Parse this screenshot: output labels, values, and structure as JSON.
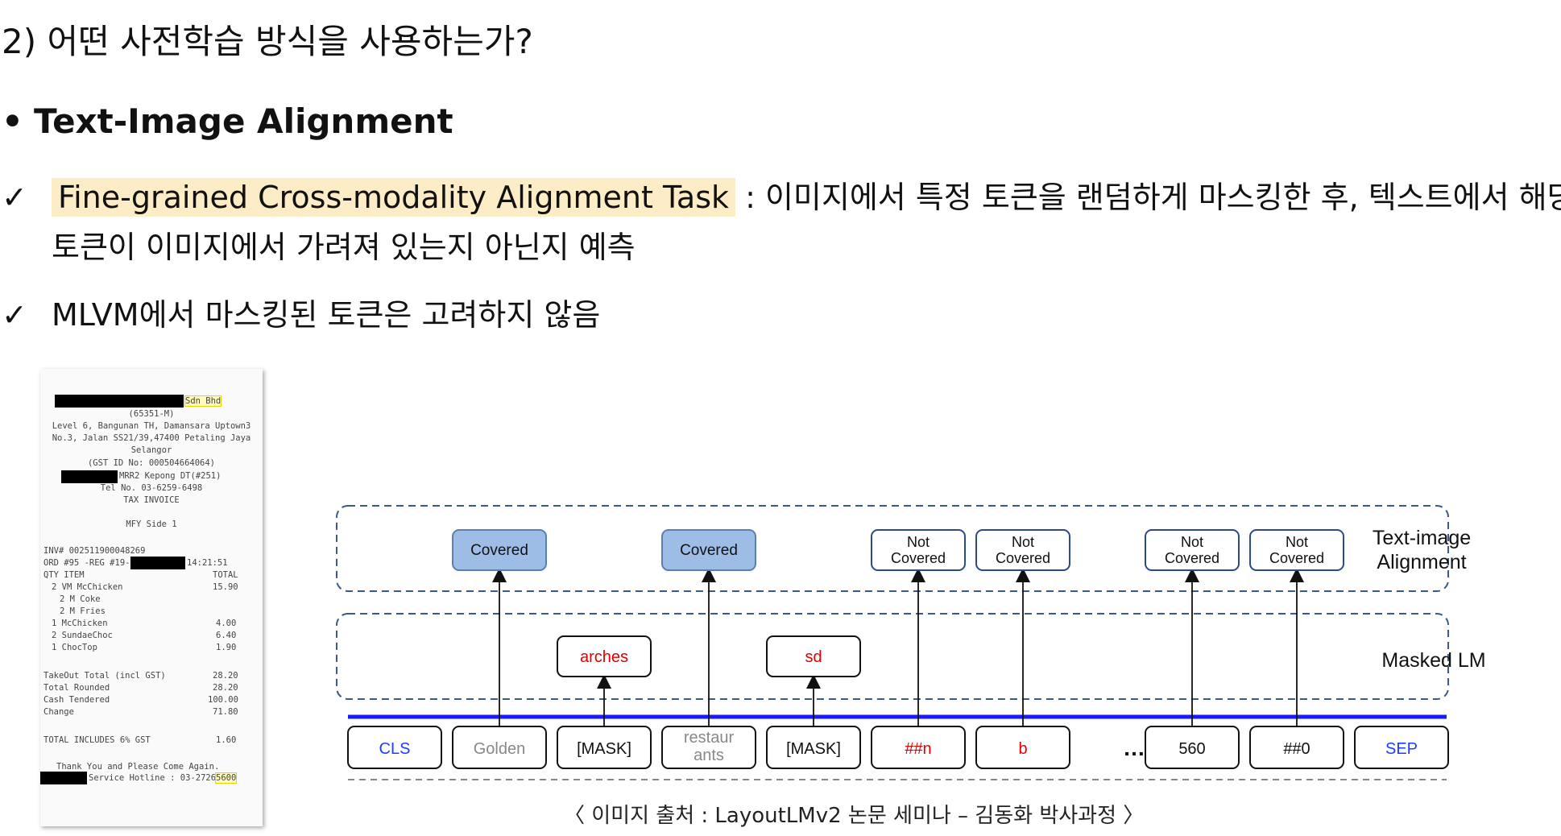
{
  "heading": "2) 어떤 사전학습 방식을 사용하는가?",
  "bullet": {
    "marker": "•",
    "text": "Text-Image Alignment"
  },
  "check1": {
    "mark": "✓",
    "highlight": "Fine-grained Cross-modality Alignment Task",
    "text": " : 이미지에서 특정 토큰을 랜덤하게 마스킹한 후, 텍스트에서 해당",
    "continuation": "토큰이 이미지에서 가려져 있는지 아닌지 예측"
  },
  "check2": {
    "mark": "✓",
    "text": "MLVM에서 마스킹된 토큰은 고려하지 않음"
  },
  "receipt": {
    "lines": [
      {
        "text": "Sdn Bhd",
        "x": 0,
        "y": 0
      },
      {
        "text": "(65351-M)"
      },
      {
        "text": "Level 6, Bangunan TH, Damansara Uptown3"
      },
      {
        "text": "No.3, Jalan SS21/39,47400 Petaling Jaya"
      },
      {
        "text": "Selangor"
      },
      {
        "text": "(GST ID No: 000504664064)"
      },
      {
        "text": "MRR2 Kepong DT(#251)"
      },
      {
        "text": "Tel No.  03-6259-6498"
      },
      {
        "text": "TAX INVOICE"
      },
      {
        "text": "MFY Side 1"
      },
      {
        "text": "INV# 002511900048269"
      },
      {
        "text": "ORD #95 -REG #19-"
      },
      {
        "text": "14:21:51"
      },
      {
        "text": "QTY ITEM"
      },
      {
        "text": "TOTAL"
      },
      {
        "text": "2 VM McChicken"
      },
      {
        "text": "15.90"
      },
      {
        "text": "2 M Coke"
      },
      {
        "text": "2 M Fries"
      },
      {
        "text": "1 McChicken"
      },
      {
        "text": "4.00"
      },
      {
        "text": "2 SundaeChoc"
      },
      {
        "text": "6.40"
      },
      {
        "text": "1 ChocTop"
      },
      {
        "text": "1.90"
      },
      {
        "text": "TakeOut Total (incl GST)"
      },
      {
        "text": "28.20"
      },
      {
        "text": "Total Rounded"
      },
      {
        "text": "28.20"
      },
      {
        "text": "Cash Tendered"
      },
      {
        "text": "100.00"
      },
      {
        "text": "Change"
      },
      {
        "text": "71.80"
      },
      {
        "text": "TOTAL INCLUDES 6% GST"
      },
      {
        "text": "1.60"
      },
      {
        "text": "Thank You and Please Come Again."
      },
      {
        "text": "Service Hotline : 03-2726-"
      },
      {
        "text": "5600"
      }
    ]
  },
  "diagram": {
    "top_layer_label": "Text-image Alignment",
    "mid_layer_label": "Masked LM",
    "top_boxes": [
      {
        "label": "Covered",
        "filled": true
      },
      {
        "label": "Covered",
        "filled": true
      },
      {
        "label": "Not Covered",
        "filled": false
      },
      {
        "label": "Not Covered",
        "filled": false
      },
      {
        "label": "Not Covered",
        "filled": false
      },
      {
        "label": "Not Covered",
        "filled": false
      }
    ],
    "mid_boxes": [
      {
        "label": "arches"
      },
      {
        "label": "sd"
      }
    ],
    "tokens": [
      {
        "label": "CLS",
        "color": "#1a3fff"
      },
      {
        "label": "Golden",
        "color": "#888888"
      },
      {
        "label": "[MASK]",
        "color": "#111111"
      },
      {
        "label": "restaurants",
        "color": "#888888"
      },
      {
        "label": "[MASK]",
        "color": "#111111"
      },
      {
        "label": "##n",
        "color": "#e00000"
      },
      {
        "label": "b",
        "color": "#e00000"
      },
      {
        "label": "…",
        "color": "#111111"
      },
      {
        "label": "560",
        "color": "#111111"
      },
      {
        "label": "##0",
        "color": "#111111"
      },
      {
        "label": "SEP",
        "color": "#1a3fff"
      }
    ],
    "colors": {
      "covered_fill": "#9dbce6",
      "masked_text": "#e00000",
      "baseline": "#1a1aff",
      "dash": "#3a5a8a"
    }
  },
  "caption": "〈 이미지 출처 : LayoutLMv2 논문 세미나 – 김동화 박사과정 〉"
}
